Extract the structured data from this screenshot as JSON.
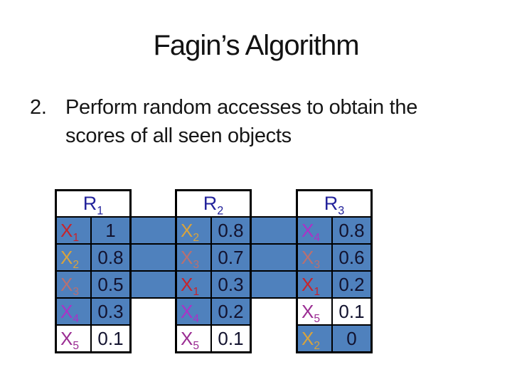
{
  "slide": {
    "title": "Fagin’s Algorithm",
    "bullet": {
      "number": "2.",
      "lines": [
        "Perform random accesses to obtain the",
        "scores of all seen objects"
      ]
    }
  },
  "colors": {
    "highlight": "#4F81BD",
    "border": "#000000",
    "title_text": "#121212",
    "header_text": "#23239B",
    "value_text": "#12122E",
    "object_colors": {
      "1": "#C7242B",
      "2": "#D9A33C",
      "3": "#B97070",
      "4": "#AC31C6",
      "5": "#9B2D93"
    }
  },
  "tables": [
    {
      "name": "R",
      "sub": "1",
      "rows": [
        {
          "obj": "X",
          "objsub": "1",
          "value": "1",
          "seen": true
        },
        {
          "obj": "X",
          "objsub": "2",
          "value": "0.8",
          "seen": true
        },
        {
          "obj": "X",
          "objsub": "3",
          "value": "0.5",
          "seen": true
        },
        {
          "obj": "X",
          "objsub": "4",
          "value": "0.3",
          "seen": true
        },
        {
          "obj": "X",
          "objsub": "5",
          "value": "0.1",
          "seen": false
        }
      ]
    },
    {
      "name": "R",
      "sub": "2",
      "rows": [
        {
          "obj": "X",
          "objsub": "2",
          "value": "0.8",
          "seen": true
        },
        {
          "obj": "X",
          "objsub": "3",
          "value": "0.7",
          "seen": true
        },
        {
          "obj": "X",
          "objsub": "1",
          "value": "0.3",
          "seen": true
        },
        {
          "obj": "X",
          "objsub": "4",
          "value": "0.2",
          "seen": true
        },
        {
          "obj": "X",
          "objsub": "5",
          "value": "0.1",
          "seen": false
        }
      ]
    },
    {
      "name": "R",
      "sub": "3",
      "rows": [
        {
          "obj": "X",
          "objsub": "4",
          "value": "0.8",
          "seen": true
        },
        {
          "obj": "X",
          "objsub": "3",
          "value": "0.6",
          "seen": true
        },
        {
          "obj": "X",
          "objsub": "1",
          "value": "0.2",
          "seen": true
        },
        {
          "obj": "X",
          "objsub": "5",
          "value": "0.1",
          "seen": false
        },
        {
          "obj": "X",
          "objsub": "2",
          "value": "0",
          "seen": true
        }
      ]
    }
  ]
}
